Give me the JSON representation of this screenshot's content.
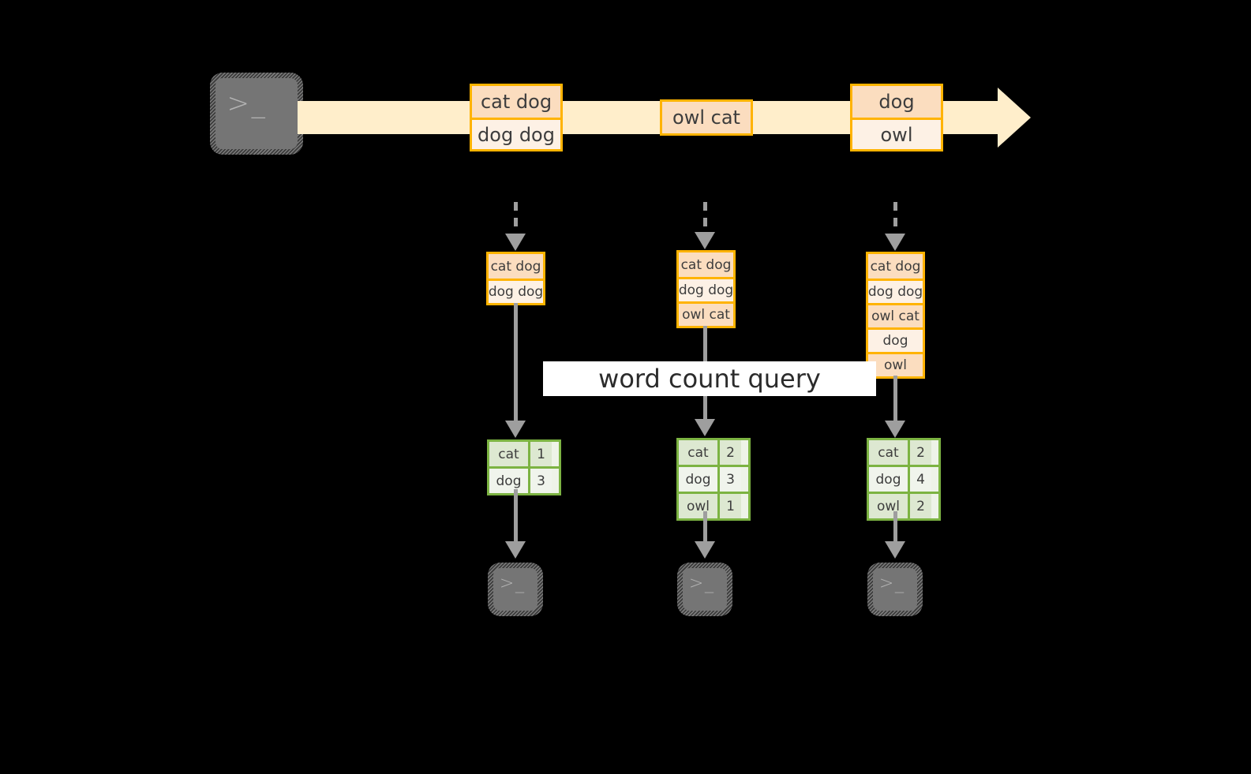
{
  "diagram": {
    "background_color": "#000000",
    "accent_orange": "#ffb300",
    "accent_green": "#7cb342",
    "stream_color": "#ffeecb",
    "connector_color": "#9e9e9e",
    "banner_label": "word count query",
    "source_terminal": {
      "icon": "terminal-prompt-icon",
      "glyph": ">_"
    },
    "stream_records": [
      {
        "lines": [
          "cat dog",
          "dog dog"
        ]
      },
      {
        "lines": [
          "owl cat"
        ]
      },
      {
        "lines": [
          "dog",
          "owl"
        ]
      }
    ],
    "snapshots": [
      {
        "label": "snapshot-1",
        "lines": [
          "cat dog",
          "dog dog"
        ]
      },
      {
        "label": "snapshot-2",
        "lines": [
          "cat dog",
          "dog dog",
          "owl cat"
        ]
      },
      {
        "label": "snapshot-3",
        "lines": [
          "cat dog",
          "dog dog",
          "owl cat",
          "dog",
          "owl"
        ]
      }
    ],
    "results": [
      {
        "label": "result-1",
        "rows": [
          {
            "word": "cat",
            "count": "1"
          },
          {
            "word": "dog",
            "count": "3"
          }
        ]
      },
      {
        "label": "result-2",
        "rows": [
          {
            "word": "cat",
            "count": "2"
          },
          {
            "word": "dog",
            "count": "3"
          },
          {
            "word": "owl",
            "count": "1"
          }
        ]
      },
      {
        "label": "result-3",
        "rows": [
          {
            "word": "cat",
            "count": "2"
          },
          {
            "word": "dog",
            "count": "4"
          },
          {
            "word": "owl",
            "count": "2"
          }
        ]
      }
    ],
    "sink_terminals": [
      {
        "icon": "terminal-prompt-icon",
        "glyph": ">_"
      },
      {
        "icon": "terminal-prompt-icon",
        "glyph": ">_"
      },
      {
        "icon": "terminal-prompt-icon",
        "glyph": ">_"
      }
    ]
  }
}
